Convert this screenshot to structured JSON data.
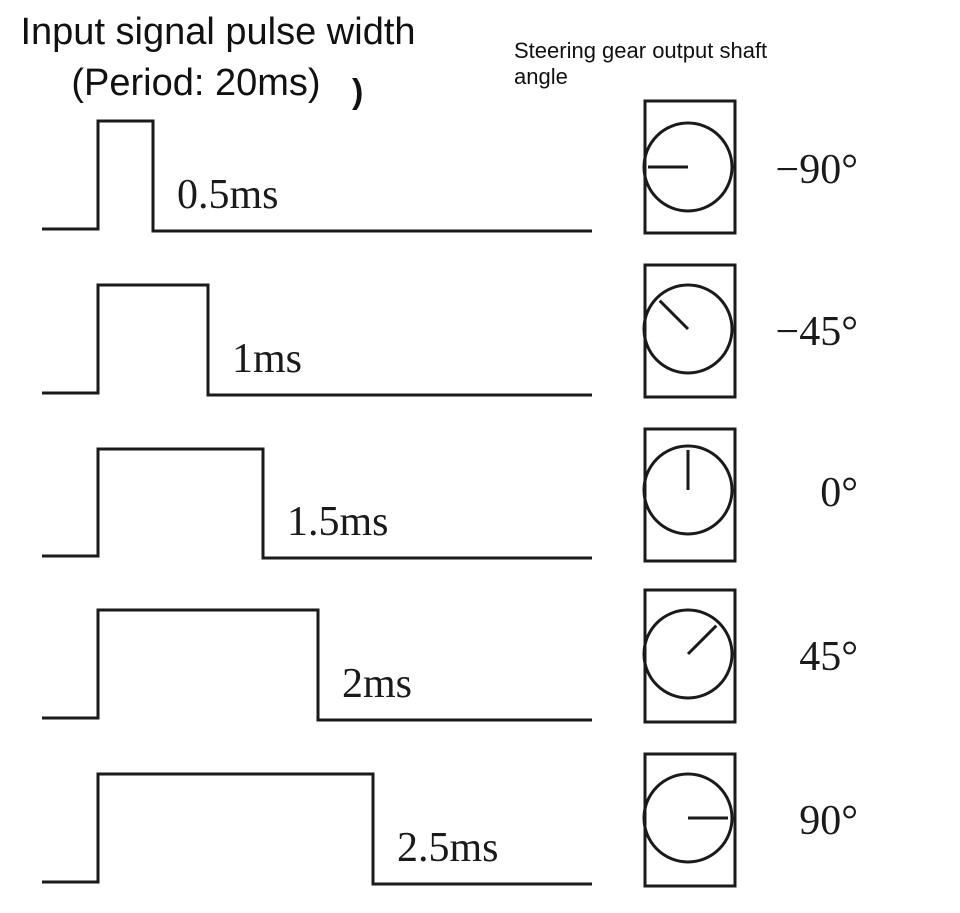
{
  "header": {
    "left_title_line1": "Input signal pulse width",
    "left_title_line2": "(Period: 20ms)",
    "left_title_mark": ")",
    "right_title_line1": "Steering gear output shaft",
    "right_title_line2": "angle"
  },
  "rows": [
    {
      "pulse_ms": 0.5,
      "pulse_label": "0.5ms",
      "angle_deg": -90,
      "angle_label": "−90°"
    },
    {
      "pulse_ms": 1.0,
      "pulse_label": "1ms",
      "angle_deg": -45,
      "angle_label": "−45°"
    },
    {
      "pulse_ms": 1.5,
      "pulse_label": "1.5ms",
      "angle_deg": 0,
      "angle_label": "0°"
    },
    {
      "pulse_ms": 2.0,
      "pulse_label": "2ms",
      "angle_deg": 45,
      "angle_label": "45°"
    },
    {
      "pulse_ms": 2.5,
      "pulse_label": "2.5ms",
      "angle_deg": 90,
      "angle_label": "90°"
    }
  ],
  "colors": {
    "ink": "#1a1a1a",
    "background": "#ffffff"
  }
}
